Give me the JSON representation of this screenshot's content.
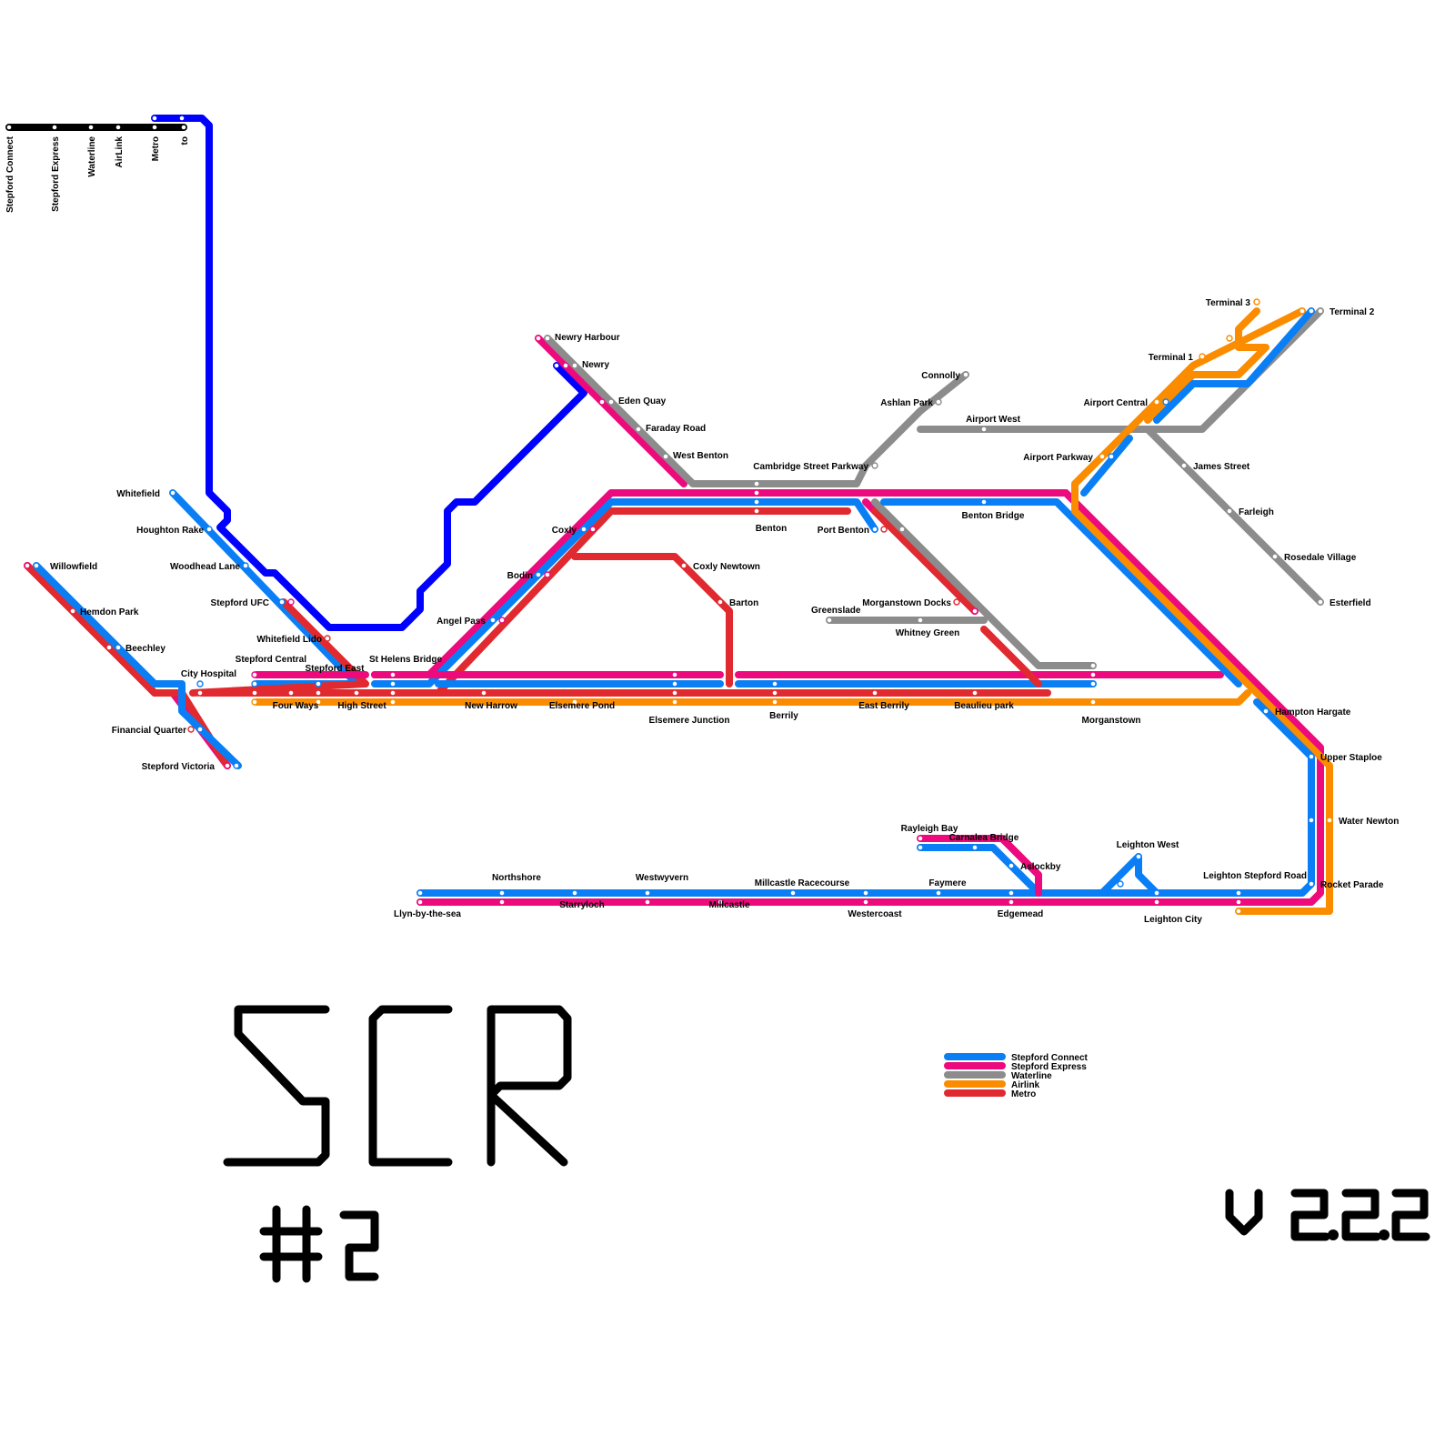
{
  "lines": [
    {
      "id": "connect",
      "name": "Stepford Connect",
      "color": "#0a7ff5"
    },
    {
      "id": "express",
      "name": "Stepford Express",
      "color": "#ec0a7c"
    },
    {
      "id": "waterline",
      "name": "Waterline",
      "color": "#8c8c8c"
    },
    {
      "id": "airlink",
      "name": "Airlink",
      "color": "#fb8c00"
    },
    {
      "id": "metro",
      "name": "Metro",
      "color": "#e02a30"
    },
    {
      "id": "link",
      "name": "",
      "color": "#0000ff"
    },
    {
      "id": "key",
      "name": "",
      "color": "#000000"
    }
  ],
  "key_labels": [
    "Stepford Connect",
    "Stepford Express",
    "Waterline",
    "AirLink",
    "Metro",
    "to"
  ],
  "stations": [
    "Willowfield",
    "Hemdon Park",
    "Beechley",
    "Financial Quarter",
    "Stepford Victoria",
    "Whitefield",
    "Houghton Rake",
    "Woodhead Lane",
    "Stepford UFC",
    "Whitefield Lido",
    "City Hospital",
    "Stepford Central",
    "Stepford East",
    "Four Ways",
    "High Street",
    "St Helens Bridge",
    "Angel Pass",
    "Bodin",
    "Coxly",
    "New Harrow",
    "Elsemere Pond",
    "Coxly Newtown",
    "Barton",
    "Elsemere Junction",
    "Berrily",
    "Benton",
    "Newry Harbour",
    "Newry",
    "Eden Quay",
    "Faraday Road",
    "West Benton",
    "Cambridge Street Parkway",
    "Port Benton",
    "Benton Bridge",
    "Greenslade",
    "Morganstown Docks",
    "Whitney Green",
    "East Berrily",
    "Beaulieu park",
    "Morganstown",
    "Connolly",
    "Ashlan Park",
    "Airport West",
    "James Street",
    "Farleigh",
    "Rosedale Village",
    "Esterfield",
    "Airport Central",
    "Airport Parkway",
    "Terminal 1",
    "Terminal 3",
    "Terminal 2",
    "Hampton Hargate",
    "Upper Staploe",
    "Water Newton",
    "Rocket Parade",
    "Leighton Stepford Road",
    "Leighton West",
    "Leighton City",
    "Rayleigh Bay",
    "Carnalea Bridge",
    "Aslockby",
    "Edgemead",
    "Faymere",
    "Westercoast",
    "Millcastle Racecourse",
    "Millcastle",
    "Westwyvern",
    "Starryloch",
    "Northshore",
    "Llyn-by-the-sea"
  ],
  "logo": {
    "text": "SCR",
    "edition": "#2",
    "version": "V 2.2.2"
  }
}
